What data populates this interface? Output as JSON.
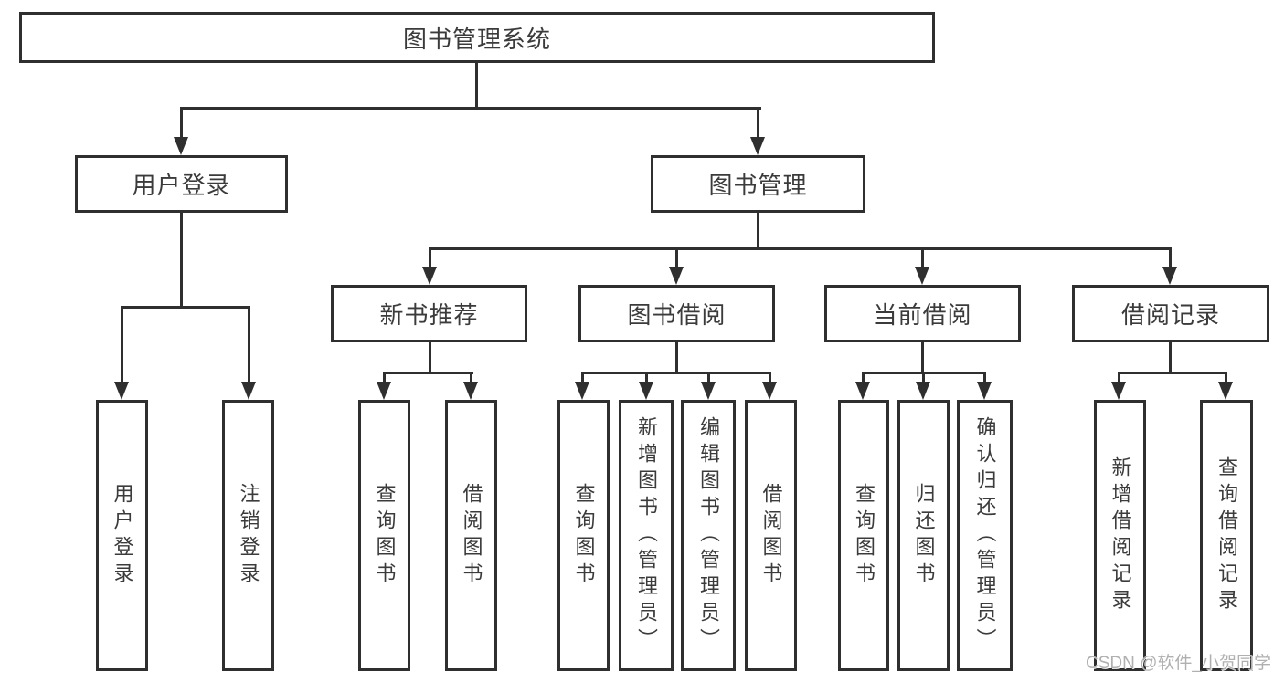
{
  "root": {
    "label": "图书管理系统"
  },
  "branches": [
    {
      "label": "用户登录",
      "children": [
        "用户登录",
        "注销登录"
      ]
    },
    {
      "label": "图书管理",
      "sections": [
        {
          "label": "新书推荐",
          "children": [
            "查询图书",
            "借阅图书"
          ]
        },
        {
          "label": "图书借阅",
          "children": [
            "查询图书",
            "新增图书（管理员）",
            "编辑图书（管理员）",
            "借阅图书"
          ]
        },
        {
          "label": "当前借阅",
          "children": [
            "查询图书",
            "归还图书",
            "确认归还（管理员）"
          ]
        },
        {
          "label": "借阅记录",
          "children": [
            "新增借阅记录",
            "查询借阅记录"
          ]
        }
      ]
    }
  ],
  "watermark": "CSDN @软件_小贺同学",
  "colors": {
    "line": "#2f2f2f",
    "text": "#3b3b3b",
    "watermark": "#b0b0b0",
    "background": "#ffffff"
  }
}
